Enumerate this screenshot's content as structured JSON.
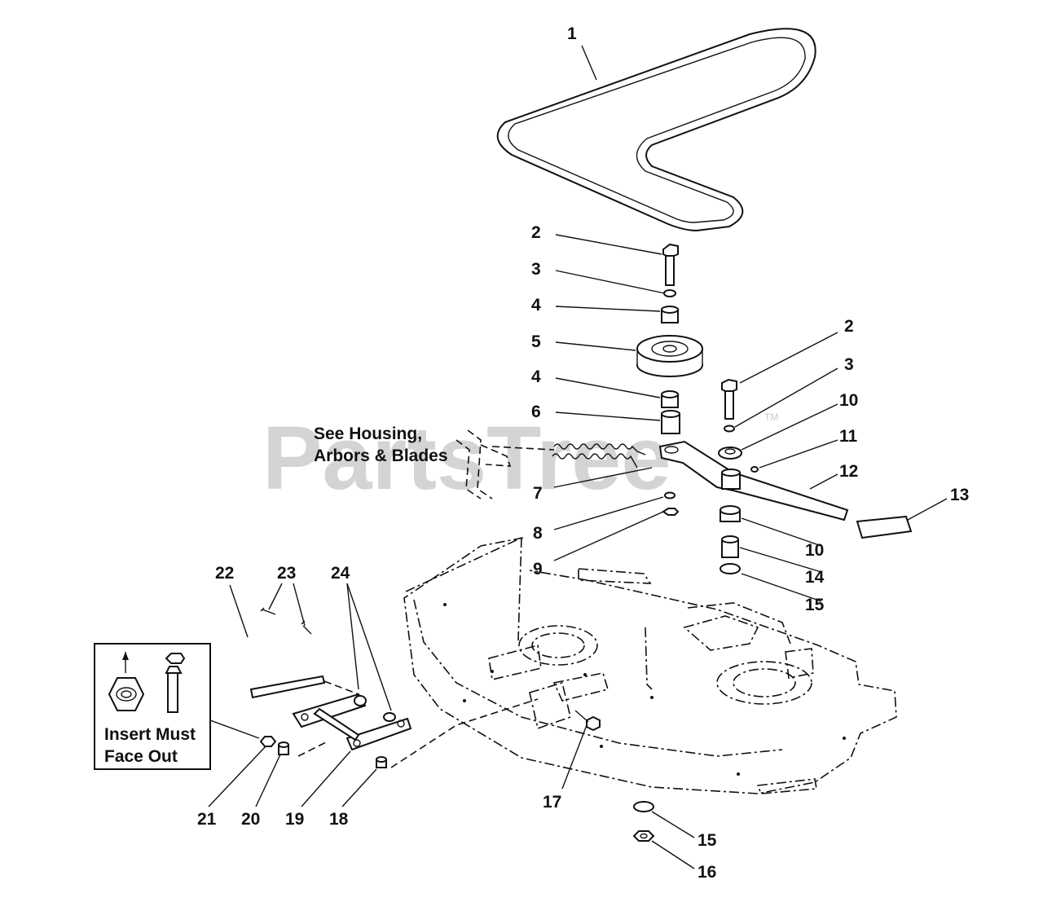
{
  "watermark": {
    "text": "PartsTree",
    "tm": "TM"
  },
  "note_housing": {
    "line1": "See Housing,",
    "line2": "Arbors & Blades"
  },
  "inset": {
    "line1": "Insert Must",
    "line2": "Face Out"
  },
  "labels": {
    "n1": "1",
    "n2a": "2",
    "n3a": "3",
    "n4a": "4",
    "n5": "5",
    "n4b": "4",
    "n6": "6",
    "n2b": "2",
    "n3b": "3",
    "n10a": "10",
    "n11": "11",
    "n12": "12",
    "n13": "13",
    "n7": "7",
    "n8": "8",
    "n9": "9",
    "n10b": "10",
    "n14": "14",
    "n15a": "15",
    "n22": "22",
    "n23": "23",
    "n24": "24",
    "n21": "21",
    "n20": "20",
    "n19": "19",
    "n18": "18",
    "n17": "17",
    "n15b": "15",
    "n16": "16"
  }
}
